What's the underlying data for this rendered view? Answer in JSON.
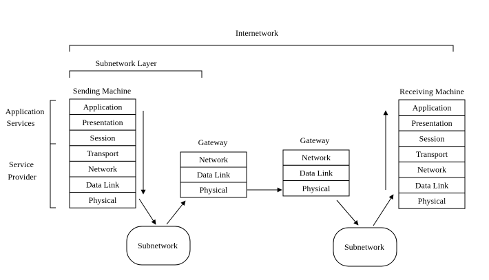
{
  "labels": {
    "internetwork": "Internetwork",
    "subnetwork_layer": "Subnetwork Layer",
    "sending_machine": "Sending Machine",
    "receiving_machine": "Receiving Machine",
    "application_services_line1": "Application",
    "application_services_line2": "Services",
    "service_provider_line1": "Service",
    "service_provider_line2": "Provider"
  },
  "sending_stack": [
    "Application",
    "Presentation",
    "Session",
    "Transport",
    "Network",
    "Data Link",
    "Physical"
  ],
  "receiving_stack": [
    "Application",
    "Presentation",
    "Session",
    "Transport",
    "Network",
    "Data Link",
    "Physical"
  ],
  "gateway_left": {
    "title": "Gateway",
    "layers": [
      "Network",
      "Data Link",
      "Physical"
    ]
  },
  "gateway_right": {
    "title": "Gateway",
    "layers": [
      "Network",
      "Data Link",
      "Physical"
    ]
  },
  "subnetwork_left": "Subnetwork",
  "subnetwork_right": "Subnetwork"
}
